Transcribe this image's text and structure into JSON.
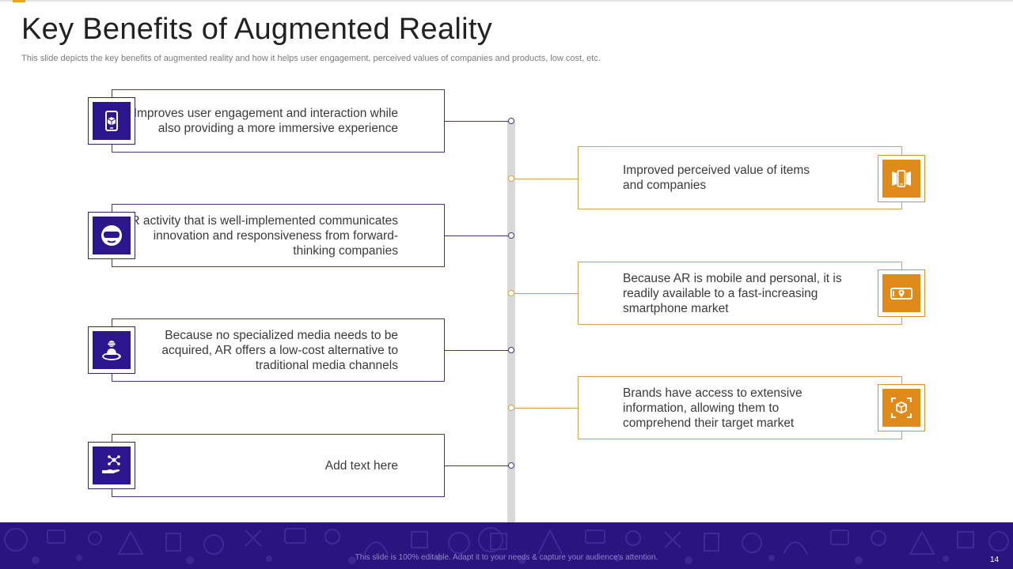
{
  "slide": {
    "title": "Key Benefits of Augmented Reality",
    "subtitle": "This slide depicts the key benefits of augmented reality and how it helps user engagement, perceived values of companies and products, low cost, etc.",
    "footer_note": "This slide is 100% editable. Adapt it to your needs & capture your audience's attention.",
    "page_number": "14"
  },
  "left_benefits": [
    {
      "text": "Improves user engagement and interaction while also providing a more immersive experience",
      "icon": "mobile-cube-icon"
    },
    {
      "text": "AR activity that is well-implemented communicates innovation and responsiveness from forward-thinking companies",
      "icon": "vr-headset-icon"
    },
    {
      "text": "Because no specialized media needs to be acquired, AR offers a low-cost alternative to traditional media channels",
      "icon": "vr-user-icon"
    },
    {
      "text": "Add text here",
      "icon": "hand-network-icon"
    }
  ],
  "right_benefits": [
    {
      "text": "Improved perceived value of items and companies",
      "icon": "panorama-phone-icon"
    },
    {
      "text": "Because AR is mobile and personal, it is readily available to a fast-increasing smartphone market",
      "icon": "phone-location-icon"
    },
    {
      "text": "Brands have access to extensive information, allowing them to comprehend their target market",
      "icon": "ar-cube-icon"
    }
  ],
  "colors": {
    "purple": "#2b168e",
    "orange": "#e08a1a",
    "footer": "#2a1480"
  }
}
